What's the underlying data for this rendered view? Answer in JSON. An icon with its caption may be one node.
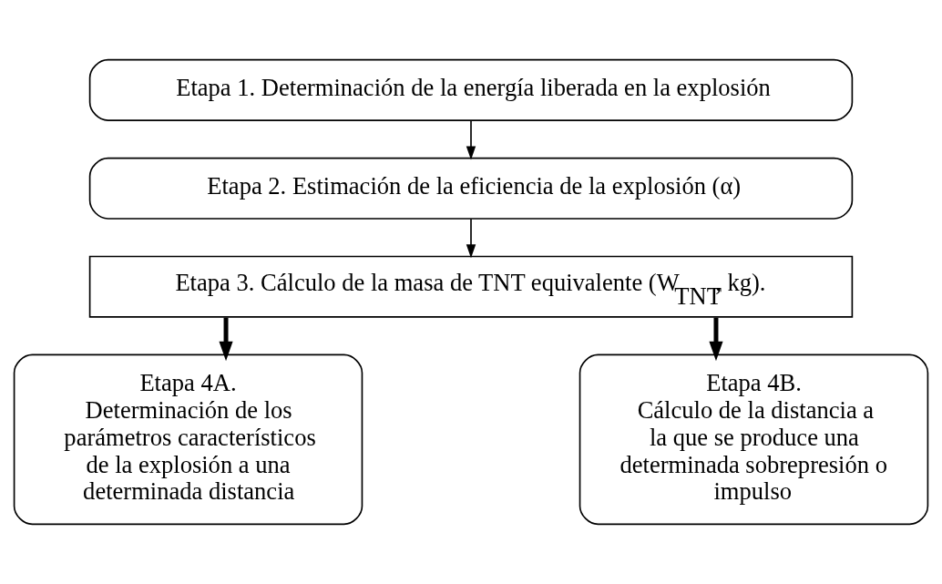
{
  "diagram": {
    "nodes": [
      {
        "text": [
          "Etapa 1. Determinación de la energía liberada en la explosión"
        ]
      },
      {
        "text": [
          "Etapa 2. Estimación de la eficiencia de la explosión (α)"
        ]
      },
      {
        "text": [
          "Etapa 3. Cálculo de la masa de TNT equivalente (W$_{TNT}$, kg)."
        ]
      },
      {
        "text": [
          "Etapa 4A.",
          "Determinación de los parámetros característicos de la explosión a una determinada distancia"
        ]
      },
      {
        "text": [
          "Etapa 4B.",
          "Cálculo de la distancia a la que se produce una determinada sobrepresión o impulso"
        ]
      }
    ],
    "edges": [
      {
        "from": 0,
        "to": 1,
        "arrow": "to"
      },
      {
        "from": 1,
        "to": 2,
        "arrow": "to"
      },
      {
        "from": 2,
        "to": 3,
        "arrow": "to",
        "style": "thick"
      },
      {
        "from": 2,
        "to": 4,
        "arrow": "to",
        "style": "thick"
      }
    ]
  }
}
